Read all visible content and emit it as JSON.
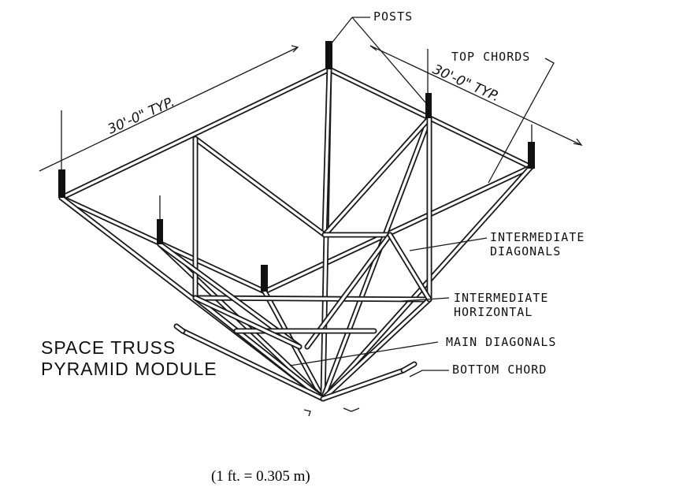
{
  "diagram": {
    "title_line1": "SPACE TRUSS",
    "title_line2": "PYRAMID MODULE",
    "dimension_left": "30'-0\" TYP.",
    "dimension_right": "30'-0\" TYP.",
    "labels": {
      "posts": "POSTS",
      "top_chords": "TOP CHORDS",
      "intermediate_diagonals_1": "INTERMEDIATE",
      "intermediate_diagonals_2": "DIAGONALS",
      "intermediate_horizontal_1": "INTERMEDIATE",
      "intermediate_horizontal_2": "HORIZONTAL",
      "main_diagonals": "MAIN DIAGONALS",
      "bottom_chord": "BOTTOM CHORD"
    },
    "caption": "(1 ft. = 0.305 m)"
  }
}
